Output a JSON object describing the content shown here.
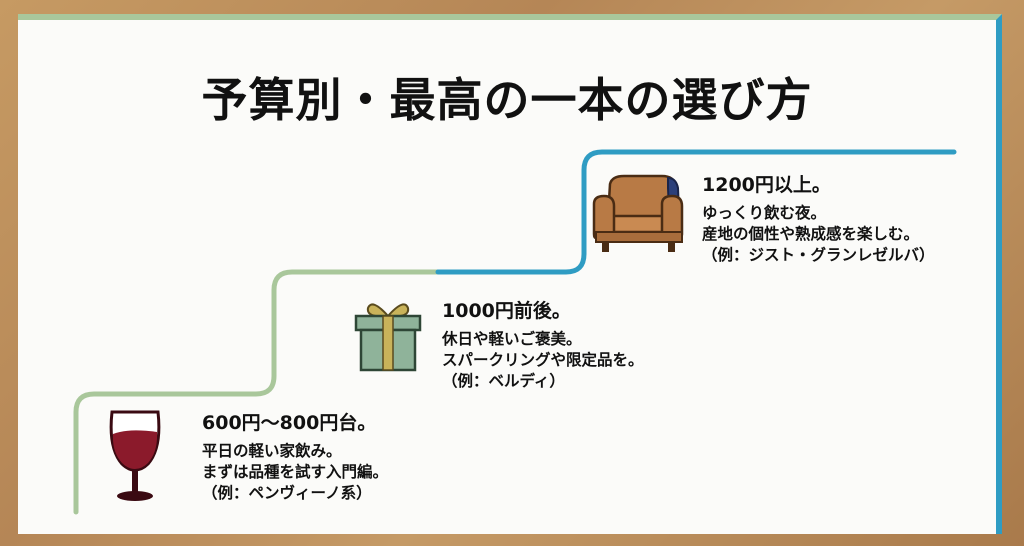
{
  "title": "予算別・最高の一本の選び方",
  "steps": [
    {
      "price": "600円〜800円台。",
      "lines": [
        "平日の軽い家飲み。",
        "まずは品種を試す入門編。",
        "（例：ペンヴィーノ系）"
      ],
      "icon": "wine-glass-icon"
    },
    {
      "price": "1000円前後。",
      "lines": [
        "休日や軽いご褒美。",
        "スパークリングや限定品を。",
        "（例：ベルディ）"
      ],
      "icon": "gift-box-icon"
    },
    {
      "price": "1200円以上。",
      "lines": [
        "ゆっくり飲む夜。",
        "産地の個性や熟成感を楽しむ。",
        "（例：ジスト・グランレゼルバ）"
      ],
      "icon": "armchair-icon"
    }
  ],
  "colors": {
    "step_green": "#a9c79b",
    "step_blue": "#2f9cc3",
    "wine": "#8b1a2b",
    "gift_box": "#8fb39a",
    "gift_ribbon": "#c9b35a",
    "chair": "#b87a45",
    "chair_dark": "#2b3f7a"
  }
}
